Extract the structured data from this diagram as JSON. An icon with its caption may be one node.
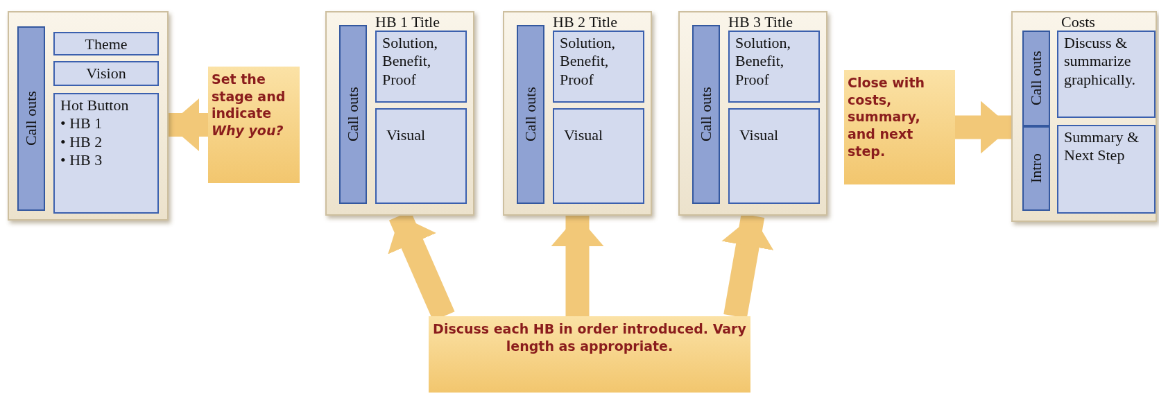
{
  "diagram": {
    "nodes": [
      {
        "text": [],
        "shape": "box"
      },
      {
        "text": [
          "Call outs"
        ],
        "in": 0
      },
      {
        "text": [
          "Theme"
        ],
        "in": 0
      },
      {
        "text": [
          "Vision"
        ],
        "in": 0
      },
      {
        "text": [
          "Hot Button",
          "• HB 1",
          "• HB 2",
          "• HB 3"
        ],
        "in": 0
      },
      {
        "text": [
          "Set the stage and indicate *Why you?*"
        ]
      },
      {
        "text": [
          "HB 1 Title"
        ]
      },
      {
        "text": [
          "Call outs"
        ],
        "in": 6
      },
      {
        "text": [
          "Solution, Benefit, Proof"
        ],
        "in": 6
      },
      {
        "text": [
          "Visual"
        ],
        "in": 6
      },
      {
        "text": [
          "HB 2 Title"
        ]
      },
      {
        "text": [
          "Call outs"
        ],
        "in": 10
      },
      {
        "text": [
          "Solution, Benefit, Proof"
        ],
        "in": 10
      },
      {
        "text": [
          "Visual"
        ],
        "in": 10
      },
      {
        "text": [
          "HB 3 Title"
        ]
      },
      {
        "text": [
          "Call outs"
        ],
        "in": 14
      },
      {
        "text": [
          "Solution, Benefit, Proof"
        ],
        "in": 14
      },
      {
        "text": [
          "Visual"
        ],
        "in": 14
      },
      {
        "text": [
          "Close with costs, summary, and next step."
        ]
      },
      {
        "text": [
          "Costs"
        ]
      },
      {
        "text": [
          "Call outs"
        ],
        "in": 19
      },
      {
        "text": [
          "Intro"
        ],
        "in": 19
      },
      {
        "text": [
          "Discuss & summarize graphically."
        ],
        "in": 19
      },
      {
        "text": [
          "Summary & Next Step"
        ],
        "in": 19
      },
      {
        "text": [
          "Discuss each HB in order introduced. Vary length as appropriate."
        ]
      }
    ],
    "edges": [
      {
        "from": 5,
        "to": 0,
        "arrow": "to"
      },
      {
        "from": 18,
        "to": 19,
        "arrow": "to"
      },
      {
        "from": 24,
        "to": 6,
        "arrow": "to"
      },
      {
        "from": 24,
        "to": 10,
        "arrow": "to"
      },
      {
        "from": 24,
        "to": 14,
        "arrow": "to"
      }
    ]
  }
}
